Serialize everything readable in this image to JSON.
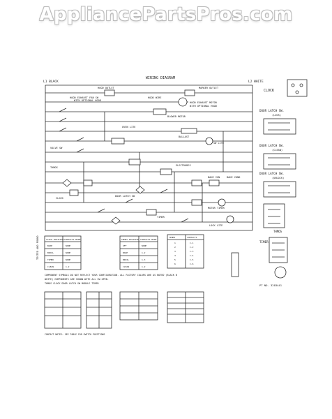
{
  "watermark": "AppliancePartsPros.com",
  "diagram": {
    "title": "WIRING DIAGRAM",
    "line_black": "L1 BLACK",
    "line_white": "L2 WHITE",
    "labels": {
      "hood_outlet": "HOOD OUTLET",
      "marker_outlet": "MARKER OUTLET",
      "hood_exhaust_fan": "HOOD EXHAUST FAN SW",
      "with_optional_hood": "WITH OPTIONAL HOOD",
      "hood_wire": "HOOD WIRE",
      "exhaust_motor": "HOOD EXHAUST MOTOR",
      "with_optional_hood2": "WITH OPTIONAL HOOD",
      "blower_motor": "BLOWER MOTOR",
      "oven_light": "OVEN LITE",
      "ballast": "BALLAST",
      "sw_lite": "SW LITE",
      "valve_sw": "VALVE SW",
      "thermostat": "THMOS",
      "electrode": "ELECTRODES",
      "bake_ign": "BAKE IGN",
      "bake_cond": "BAKE COND",
      "clock": "CLOCK",
      "door_latch": "DOOR LATCH SW",
      "motor_timer": "MOTOR TIMER",
      "lock_light": "LOCK LITE",
      "timer": "TIMER"
    },
    "right_panel": {
      "clock": "CLOCK",
      "door_latch_1": "DOOR LATCH SW.",
      "door_latch_1_sub": "(LOCK)",
      "door_latch_2": "DOOR LATCH SW.",
      "door_latch_2_sub": "(CLEAN)",
      "door_latch_3": "DOOR LATCH SW.",
      "door_latch_3_sub": "(UNLOCK)",
      "thmos": "THMOS",
      "timer": "TIMER",
      "pt_no": "PT NO. 3203441"
    },
    "left_side_note": "TESTED AND FOUND",
    "tables": {
      "clock_position_header": [
        "CLOCK POSITION",
        "CONTACTS MADE"
      ],
      "clock_position_rows": [
        [
          "BAKE",
          "NONE"
        ],
        [
          "BROIL",
          "NONE"
        ],
        [
          "TIMED",
          "NONE"
        ],
        [
          "CLEAN",
          "1-2"
        ]
      ],
      "thermostat_header": [
        "THMOS POSITION",
        "CONTACTS MADE"
      ],
      "thermostat_rows": [
        [
          "OFF",
          "NONE"
        ],
        [
          "BAKE",
          "1-2"
        ],
        [
          "BROIL",
          "1-3"
        ],
        [
          "CLEAN",
          "1-2"
        ]
      ],
      "timer_header": [
        "TIMER",
        "CONTACTS"
      ],
      "timer_rows": [
        [
          "1",
          "C-1"
        ],
        [
          "2",
          "C-2"
        ],
        [
          "3",
          "C-3"
        ],
        [
          "4",
          "C-4"
        ],
        [
          "5",
          "C-5"
        ],
        [
          "6",
          "C-6"
        ],
        [
          "7",
          "C-7"
        ]
      ]
    },
    "notes": [
      "COMPONENT SYMBOLS DO NOT REFLECT YOUR CONFIGURATION. ALL FACTORY COLORS ARE AS NOTED (BLACK B",
      "WHITE) COMPONENTS ARE SHOWN WITH ALL SW OPEN.",
      "THMOS  CLOCK  DOOR LATCH SW  MODULE  TIMER"
    ],
    "bottom_notes": "CONTACT NOTES: SEE TABLE FOR SWITCH POSITIONS"
  }
}
